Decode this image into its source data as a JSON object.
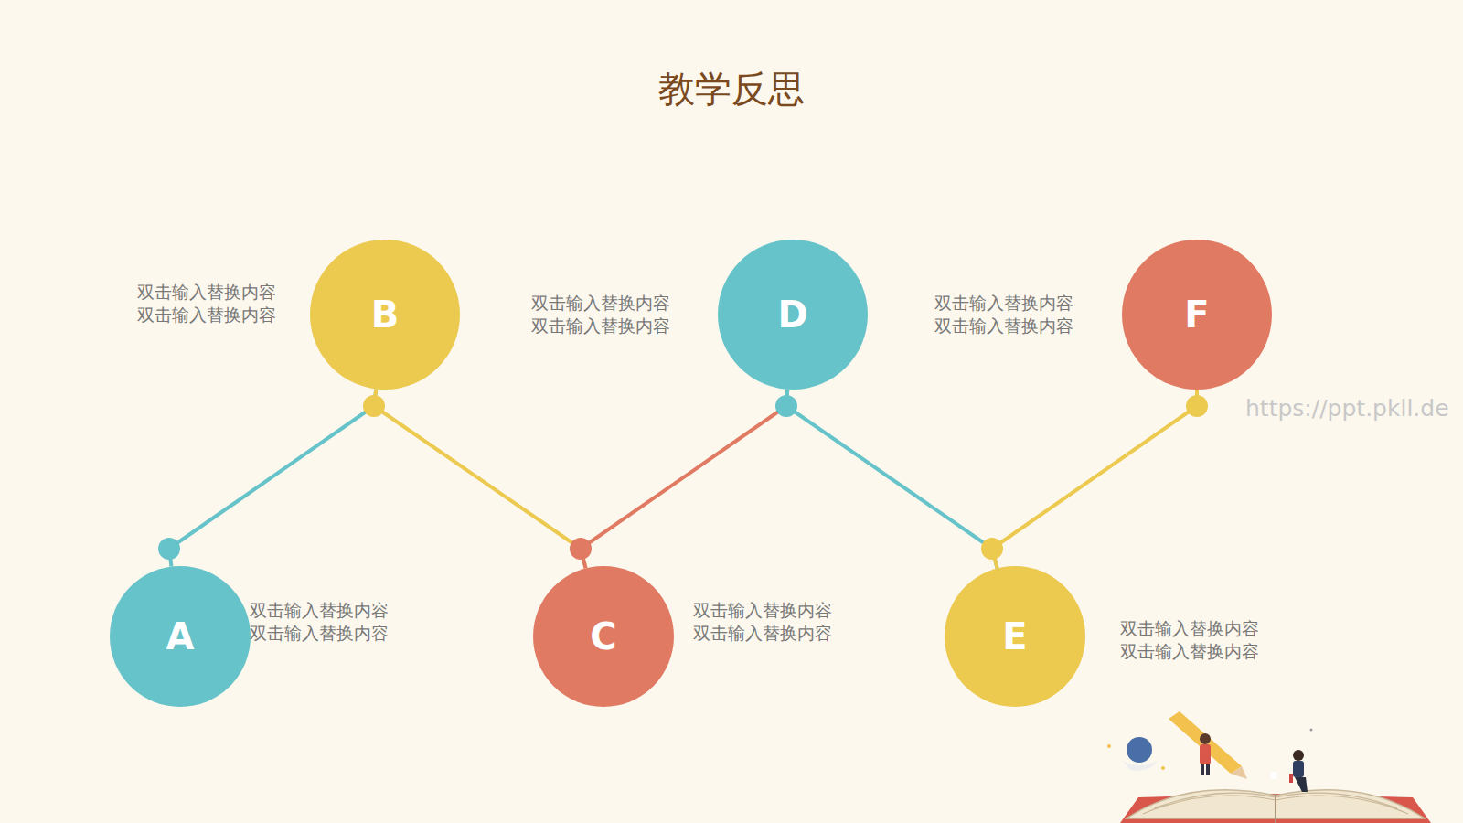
{
  "diagram": {
    "title": "教学反思",
    "nodes": [
      {
        "text": [
          "A",
          "双击输入替换内容 双击输入替换内容"
        ]
      },
      {
        "text": [
          "B",
          "双击输入替换内容 双击输入替换内容"
        ]
      },
      {
        "text": [
          "C",
          "双击输入替换内容 双击输入替换内容"
        ]
      },
      {
        "text": [
          "D",
          "双击输入替换内容 双击输入替换内容"
        ]
      },
      {
        "text": [
          "E",
          "双击输入替换内容 双击输入替换内容"
        ]
      },
      {
        "text": [
          "F",
          "双击输入替换内容 双击输入替换内容"
        ]
      }
    ],
    "edges": [
      {
        "from": 0,
        "to": 1,
        "arrow": "none"
      },
      {
        "from": 1,
        "to": 2,
        "arrow": "none"
      },
      {
        "from": 2,
        "to": 3,
        "arrow": "none"
      },
      {
        "from": 3,
        "to": 4,
        "arrow": "none"
      },
      {
        "from": 4,
        "to": 5,
        "arrow": "none"
      }
    ],
    "labels": [
      "https://ppt.pkll.de"
    ]
  }
}
